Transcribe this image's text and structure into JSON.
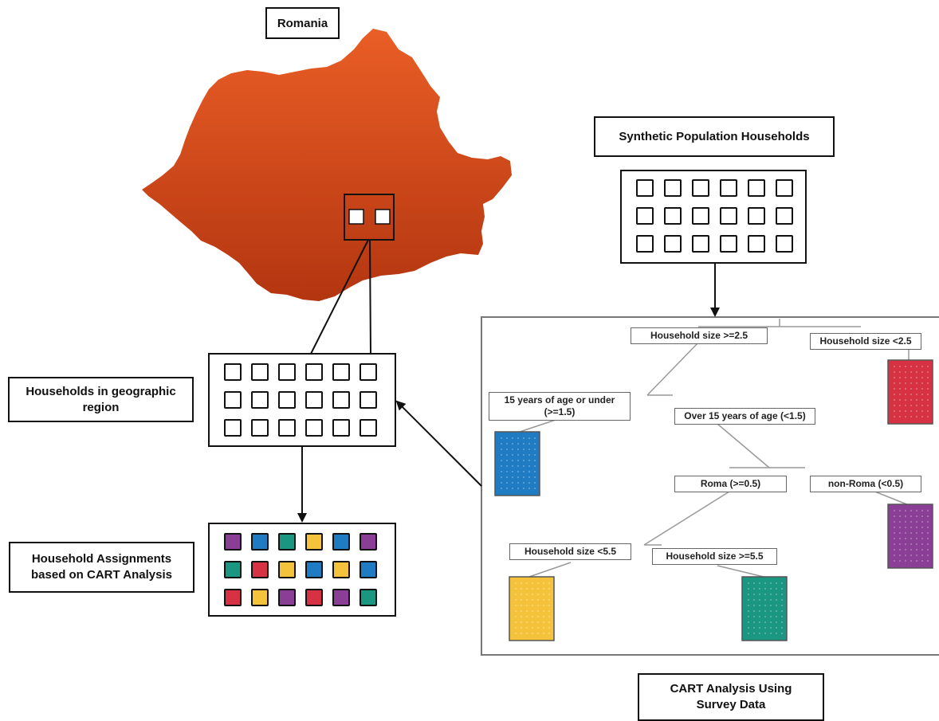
{
  "labels": {
    "romania": "Romania",
    "synthetic": "Synthetic Population Households",
    "geo_region": "Households in geographic region",
    "assignments": "Household Assignments based on CART Analysis",
    "cart_analysis": "CART Analysis Using Survey Data"
  },
  "tree_nodes": {
    "size_ge_2_5": "Household size >=2.5",
    "size_lt_2_5": "Household size <2.5",
    "age_under_15": "15 years of age or under (>=1.5)",
    "age_over_15": "Over 15 years of age (<1.5)",
    "roma": "Roma (>=0.5)",
    "non_roma": "non-Roma (<0.5)",
    "size_lt_5_5": "Household size <5.5",
    "size_ge_5_5": "Household size >=5.5"
  },
  "colors": {
    "map": "#e0541f",
    "map_dark": "#b83a12",
    "red": "#d63244",
    "blue": "#1f7bc2",
    "purple": "#8b3e96",
    "yellow": "#f5c33b",
    "green": "#1b9680"
  },
  "assignment_colors": [
    [
      "purple",
      "blue",
      "green",
      "yellow",
      "blue",
      "purple"
    ],
    [
      "green",
      "red",
      "yellow",
      "blue",
      "yellow",
      "blue"
    ],
    [
      "red",
      "yellow",
      "purple",
      "red",
      "purple",
      "green"
    ]
  ]
}
